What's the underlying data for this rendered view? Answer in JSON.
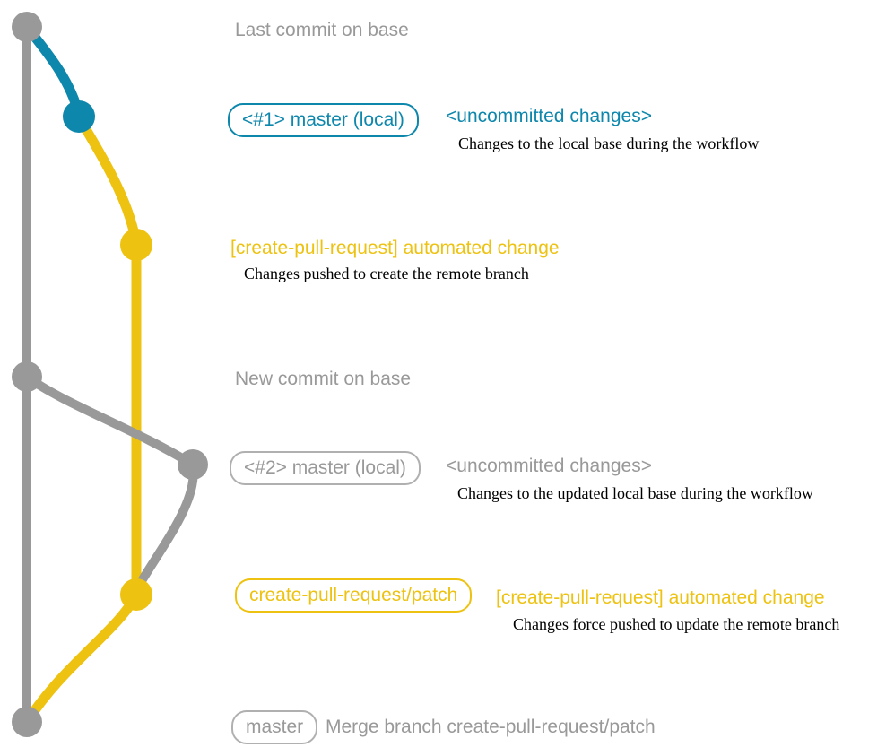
{
  "colors": {
    "gray": "#999999",
    "teal": "#0e87ac",
    "yellow": "#edc211",
    "gray_badge_border": "#b0b0b0",
    "description_text": "#000000",
    "background": "#ffffff"
  },
  "labels": {
    "last_commit": "Last commit on base",
    "new_commit": "New commit on base",
    "merge_commit": "Merge branch create-pull-request/patch"
  },
  "badges": {
    "master_local_1": "<#1> master (local)",
    "master_local_2": "<#2> master (local)",
    "patch_branch": "create-pull-request/patch",
    "master": "master"
  },
  "annotations": {
    "uncommitted_1": {
      "title": "<uncommitted changes>",
      "description": "Changes to the local base during the workflow"
    },
    "automated_1": {
      "title": "[create-pull-request] automated change",
      "description": "Changes pushed to create the remote branch"
    },
    "uncommitted_2": {
      "title": "<uncommitted changes>",
      "description": "Changes to the updated local base during the workflow"
    },
    "automated_2": {
      "title": "[create-pull-request] automated change",
      "description": "Changes force pushed to update the remote branch"
    }
  }
}
